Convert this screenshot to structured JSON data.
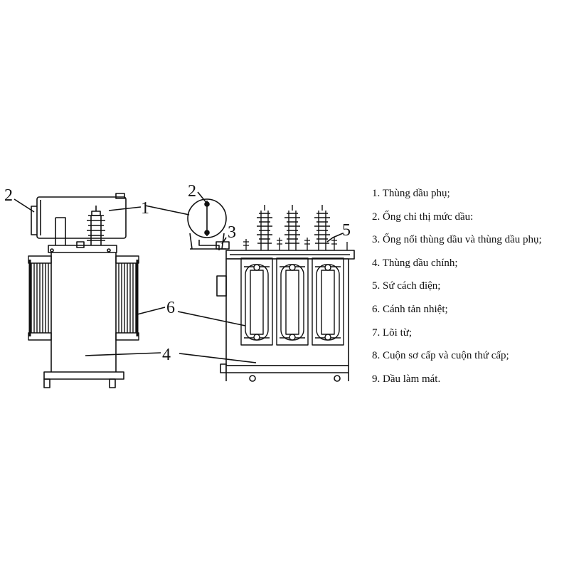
{
  "callouts": {
    "left_1": "1",
    "left_2": "2",
    "left_4": "4",
    "left_6": "6",
    "right_2": "2",
    "right_3": "3",
    "right_5": "5"
  },
  "legend": [
    "1. Thùng dầu phụ;",
    "2. Ống chỉ thị mức dầu:",
    "3. Ống nối thùng dầu và thùng dầu phụ;",
    "4. Thùng dầu chính;",
    "5. Sứ cách điện;",
    "6. Cánh tản nhiệt;",
    "7. Lõi từ;",
    "8. Cuộn sơ cấp và cuộn thứ cấp;",
    "9. Dầu làm mát."
  ]
}
